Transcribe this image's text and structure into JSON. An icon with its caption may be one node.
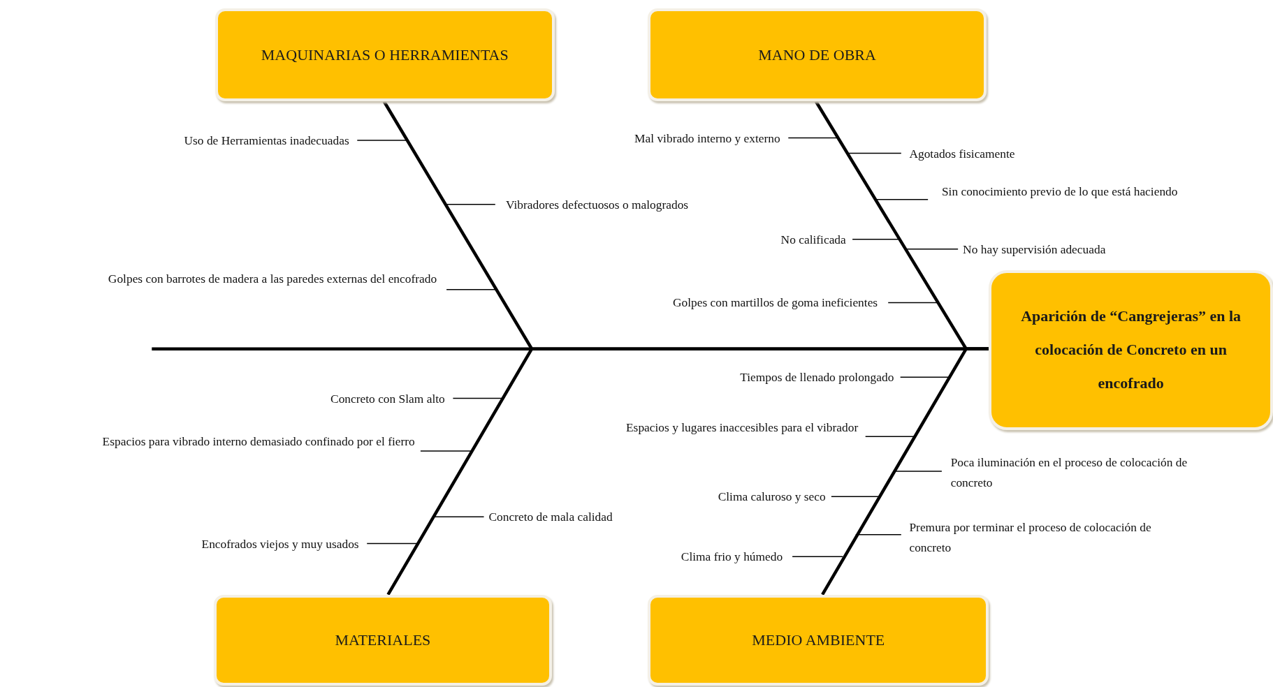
{
  "diagram": {
    "nodes": [
      {
        "text": [
          "MAQUINARIAS O HERRAMIENTAS"
        ]
      },
      {
        "text": [
          "MANO DE OBRA"
        ]
      },
      {
        "text": [
          "Aparición de “Cangrejeras” en la colocación de Concreto en un encofrado"
        ]
      },
      {
        "text": [
          "MATERIALES"
        ]
      },
      {
        "text": [
          "MEDIO AMBIENTE"
        ]
      },
      {
        "text": [
          "Uso de Herramientas inadecuadas"
        ]
      },
      {
        "text": [
          "Vibradores defectuosos o malogrados"
        ]
      },
      {
        "text": [
          "Golpes con barrotes de madera a las paredes externas del encofrado"
        ]
      },
      {
        "text": [
          "Mal vibrado interno y externo"
        ]
      },
      {
        "text": [
          "Agotados fisicamente"
        ]
      },
      {
        "text": [
          "Sin conocimiento previo de lo que está haciendo"
        ]
      },
      {
        "text": [
          "No calificada"
        ]
      },
      {
        "text": [
          "No hay supervisión adecuada"
        ]
      },
      {
        "text": [
          "Golpes con martillos de goma ineficientes"
        ]
      },
      {
        "text": [
          "Tiempos de llenado prolongado"
        ]
      },
      {
        "text": [
          "Espacios y lugares inaccesibles para el vibrador"
        ]
      },
      {
        "text": [
          "Poca iluminación en el proceso de colocación de concreto"
        ]
      },
      {
        "text": [
          "Clima caluroso y seco"
        ]
      },
      {
        "text": [
          "Premura por terminar el proceso de colocación de concreto"
        ]
      },
      {
        "text": [
          "Clima frio y húmedo"
        ]
      },
      {
        "text": [
          "Concreto con Slam alto"
        ]
      },
      {
        "text": [
          "Espacios para vibrado interno demasiado confinado por el fierro"
        ]
      },
      {
        "text": [
          "Concreto de mala calidad"
        ]
      },
      {
        "text": [
          "Encofrados viejos y muy usados"
        ]
      }
    ],
    "edges": [
      {
        "from": 0,
        "to": 2,
        "arrow": "none",
        "style": "thick"
      },
      {
        "from": 1,
        "to": 2,
        "arrow": "none",
        "style": "thick"
      },
      {
        "from": 3,
        "to": 2,
        "arrow": "none",
        "style": "thick"
      },
      {
        "from": 4,
        "to": 2,
        "arrow": "none",
        "style": "thick"
      },
      {
        "from": 5,
        "to": null,
        "arrow": "none"
      },
      {
        "from": 6,
        "to": null,
        "arrow": "none"
      },
      {
        "from": 7,
        "to": null,
        "arrow": "none"
      },
      {
        "from": 8,
        "to": null,
        "arrow": "none"
      },
      {
        "from": 9,
        "to": null,
        "arrow": "none"
      },
      {
        "from": 10,
        "to": null,
        "arrow": "none"
      },
      {
        "from": 11,
        "to": null,
        "arrow": "none"
      },
      {
        "from": 12,
        "to": null,
        "arrow": "none"
      },
      {
        "from": 13,
        "to": null,
        "arrow": "none"
      },
      {
        "from": 14,
        "to": null,
        "arrow": "none"
      },
      {
        "from": 15,
        "to": null,
        "arrow": "none"
      },
      {
        "from": 16,
        "to": null,
        "arrow": "none"
      },
      {
        "from": 17,
        "to": null,
        "arrow": "none"
      },
      {
        "from": 18,
        "to": null,
        "arrow": "none"
      },
      {
        "from": 19,
        "to": null,
        "arrow": "none"
      },
      {
        "from": 20,
        "to": null,
        "arrow": "none"
      },
      {
        "from": 21,
        "to": null,
        "arrow": "none"
      },
      {
        "from": 22,
        "to": null,
        "arrow": "none"
      },
      {
        "from": 23,
        "to": null,
        "arrow": "none"
      }
    ]
  }
}
